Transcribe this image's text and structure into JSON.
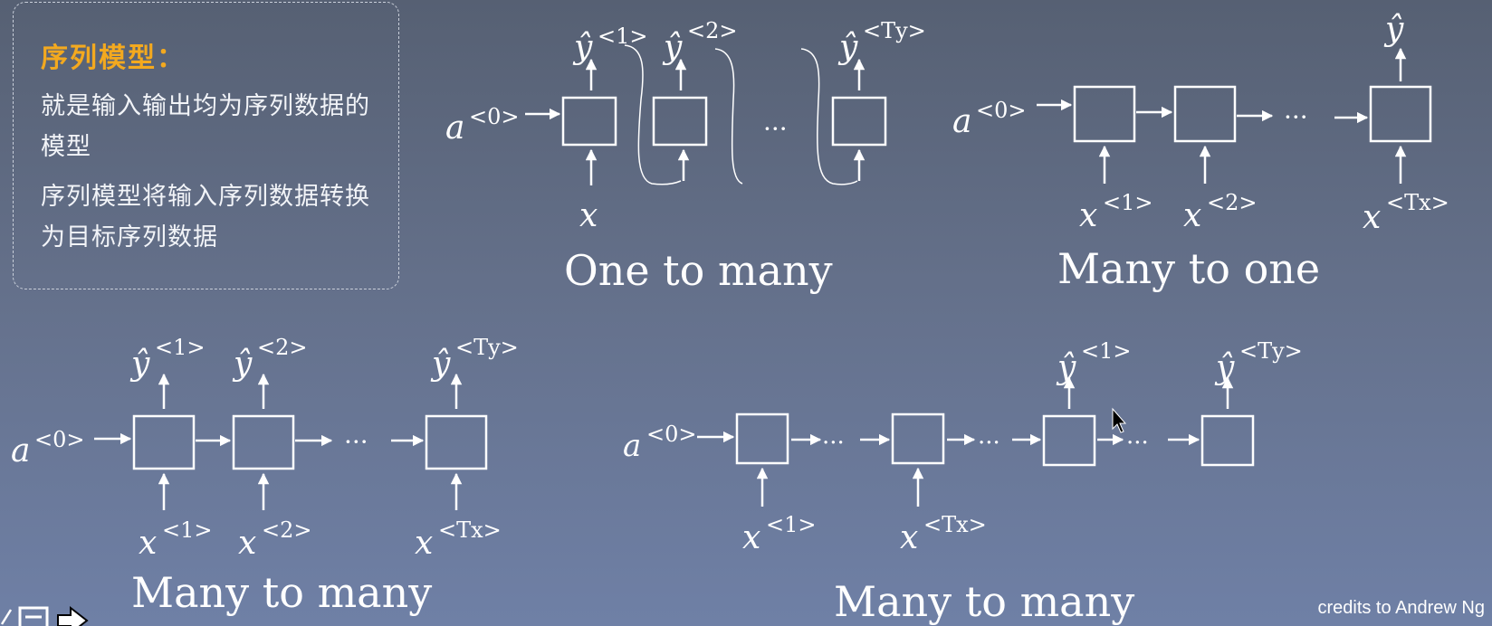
{
  "note": {
    "title": "序列模型：",
    "line1": "就是输入输出均为序列数据的模型",
    "line2": "序列模型将输入序列数据转换为目标序列数据"
  },
  "diagrams": {
    "one_to_many": {
      "caption": "One to many"
    },
    "many_to_one": {
      "caption": "Many to one"
    },
    "many_to_many_aligned": {
      "caption": "Many to many"
    },
    "many_to_many_encdec": {
      "caption": "Many to many"
    }
  },
  "labels": {
    "a0": "a",
    "a0_sup": "<0>",
    "x": "x",
    "y_hat": "ŷ",
    "sup1": "<1>",
    "sup2": "<2>",
    "supTy": "<Ty>",
    "supTx": "<Tx>",
    "ellipsis": "···"
  },
  "footer": {
    "credits": "credits to Andrew Ng"
  },
  "colors": {
    "stroke": "#ffffff",
    "note_title": "#f3a91f"
  }
}
